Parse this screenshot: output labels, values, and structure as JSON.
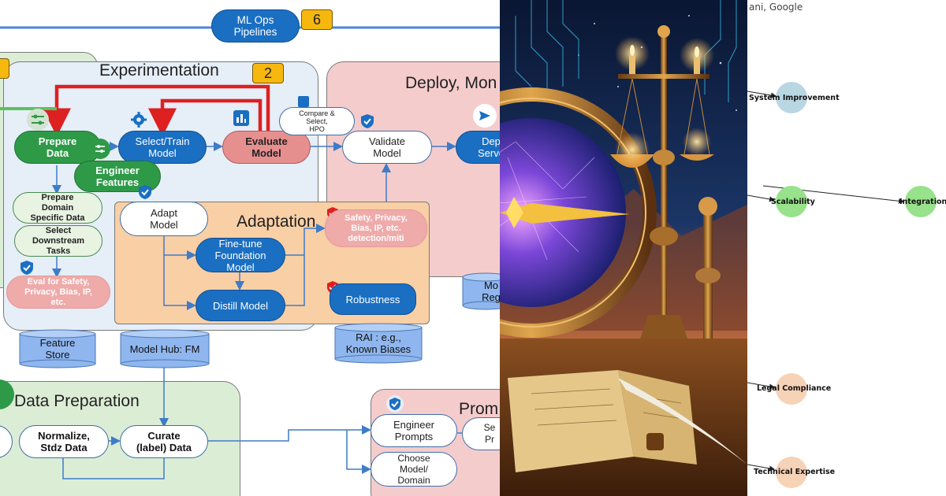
{
  "left_diagram": {
    "mlops": {
      "label": "ML Ops\nPipelines",
      "badge": "6"
    },
    "experimentation": {
      "title": "Experimentation",
      "badge": "2"
    },
    "deploy": {
      "title": "Deploy, Mon"
    },
    "adaptation": {
      "title": "Adaptation"
    },
    "data_preparation": {
      "title": "Data Preparation"
    },
    "prompt": {
      "title": "Prom"
    },
    "nodes": {
      "prepare_data": "Prepare\nData",
      "engineer_features": "Engineer\nFeatures",
      "select_train": "Select/Train\nModel",
      "evaluate_model": "Evaluate\nModel",
      "compare_select": "Compare &\nSelect,\nHPO",
      "validate_model": "Validate\nModel",
      "deploy_serve": "Dep\nServe",
      "prepare_domain": "Prepare\nDomain\nSpecific Data",
      "select_downstream": "Select\nDownstream\nTasks",
      "eval_safety": "Eval for Safety,\nPrivacy, Bias, IP,\netc.",
      "adapt_model": "Adapt\nModel",
      "fine_tune": "Fine-tune\nFoundation\nModel",
      "distill_model": "Distill Model",
      "safety_detection": "Safety, Privacy,\nBias, IP, etc.\ndetection/miti",
      "robustness": "Robustness",
      "feature_store": "Feature\nStore",
      "model_hub": "Model Hub: FM",
      "rai_known": "RAI : e.g.,\nKnown Biases",
      "model_registry": "Mo\nReg",
      "normalize": "Normalize,\nStdz Data",
      "curate": "Curate\n(label) Data",
      "engineer_prompts": "Engineer\nPrompts",
      "choose_model": "Choose\nModel/\nDomain",
      "se_pr": "Se\nPr"
    },
    "colors": {
      "blue": "#1a6fc2",
      "green": "#2e9a48",
      "pink": "#e58f8f",
      "red_arrow": "#dd2020",
      "badge_yellow": "#f6b80f",
      "experimentation_bg": "#e6eef8",
      "deploy_bg": "#f5cccc",
      "adaptation_bg": "#f9cfa5",
      "data_prep_bg": "#dcedd6",
      "cylinder": "#8fb6ee"
    }
  },
  "right_graph": {
    "header_text": "ani, Google",
    "nodes": [
      {
        "label": "System Improvement",
        "color": "#b9d6e3"
      },
      {
        "label": "Scalability",
        "color": "#97e28a"
      },
      {
        "label": "Integration",
        "color": "#97e28a"
      },
      {
        "label": "Legal Compliance",
        "color": "#f6d2b6"
      },
      {
        "label": "Technical Expertise",
        "color": "#f6d2b6"
      }
    ]
  }
}
